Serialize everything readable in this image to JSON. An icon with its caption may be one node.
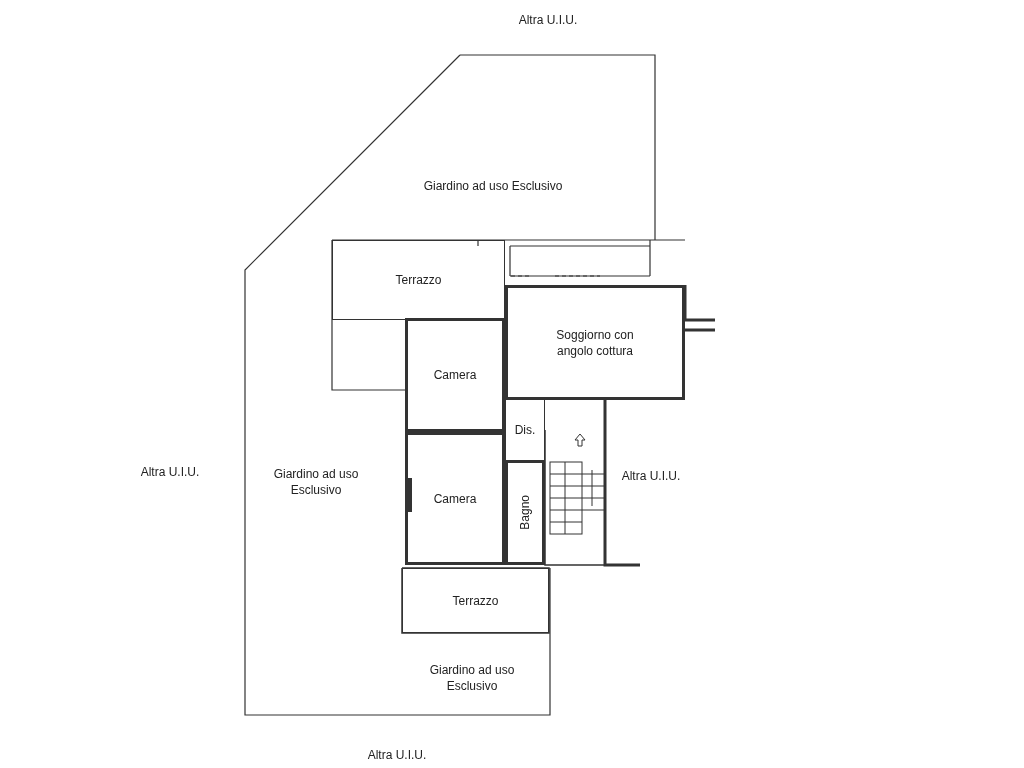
{
  "diagram": {
    "nodes": [
      {
        "text": [
          "Terrazzo"
        ]
      },
      {
        "text": [
          "Soggiorno con angolo cottura"
        ]
      },
      {
        "text": [
          "Camera"
        ]
      },
      {
        "text": [
          "Dis."
        ]
      },
      {
        "text": [
          "Camera"
        ]
      },
      {
        "text": [
          "Bagno"
        ]
      },
      {
        "text": [
          "Terrazzo"
        ]
      }
    ],
    "labels": [
      "Altra U.I.U.",
      "Giardino ad uso Esclusivo",
      "Altra U.I.U.",
      "Giardino ad uso Esclusivo",
      "Altra U.I.U.",
      "Giardino ad uso Esclusivo",
      "Altra U.I.U."
    ]
  }
}
